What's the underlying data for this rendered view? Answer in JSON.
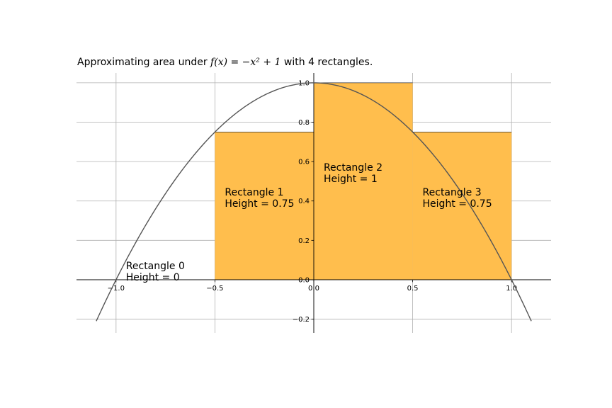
{
  "title": {
    "prefix": "Approximating area under ",
    "formula": "f(x) = −x² + 1",
    "suffix": " with 4 rectangles."
  },
  "chart_data": {
    "type": "bar",
    "title": "Approximating area under f(x) = −x² + 1 with 4 rectangles.",
    "xlim": [
      -1.2,
      1.2
    ],
    "ylim": [
      -0.27,
      1.05
    ],
    "grid": true,
    "x_ticks": [
      -1.0,
      -0.5,
      0.0,
      0.5,
      1.0
    ],
    "x_tick_labels": [
      "−1.0",
      "−0.5",
      "0.0",
      "0.5",
      "1.0"
    ],
    "y_ticks": [
      -0.2,
      0.0,
      0.2,
      0.4,
      0.6,
      0.8,
      1.0
    ],
    "y_tick_labels": [
      "−0.2",
      "0.0",
      "0.2",
      "0.4",
      "0.6",
      "0.8",
      "1.0"
    ],
    "bar_color": "#FFBE4D",
    "curve_color": "#555555",
    "rectangles": [
      {
        "x0": -1.0,
        "x1": -0.5,
        "height": 0,
        "label_line1": "Rectangle 0",
        "label_line2": "Height = 0"
      },
      {
        "x0": -0.5,
        "x1": 0.0,
        "height": 0.75,
        "label_line1": "Rectangle 1",
        "label_line2": "Height = 0.75"
      },
      {
        "x0": 0.0,
        "x1": 0.5,
        "height": 1,
        "label_line1": "Rectangle 2",
        "label_line2": "Height = 1"
      },
      {
        "x0": 0.5,
        "x1": 1.0,
        "height": 0.75,
        "label_line1": "Rectangle 3",
        "label_line2": "Height = 0.75"
      }
    ],
    "curve": {
      "function": "f(x) = -x^2 + 1",
      "x_range": [
        -1.1,
        1.1
      ]
    }
  }
}
